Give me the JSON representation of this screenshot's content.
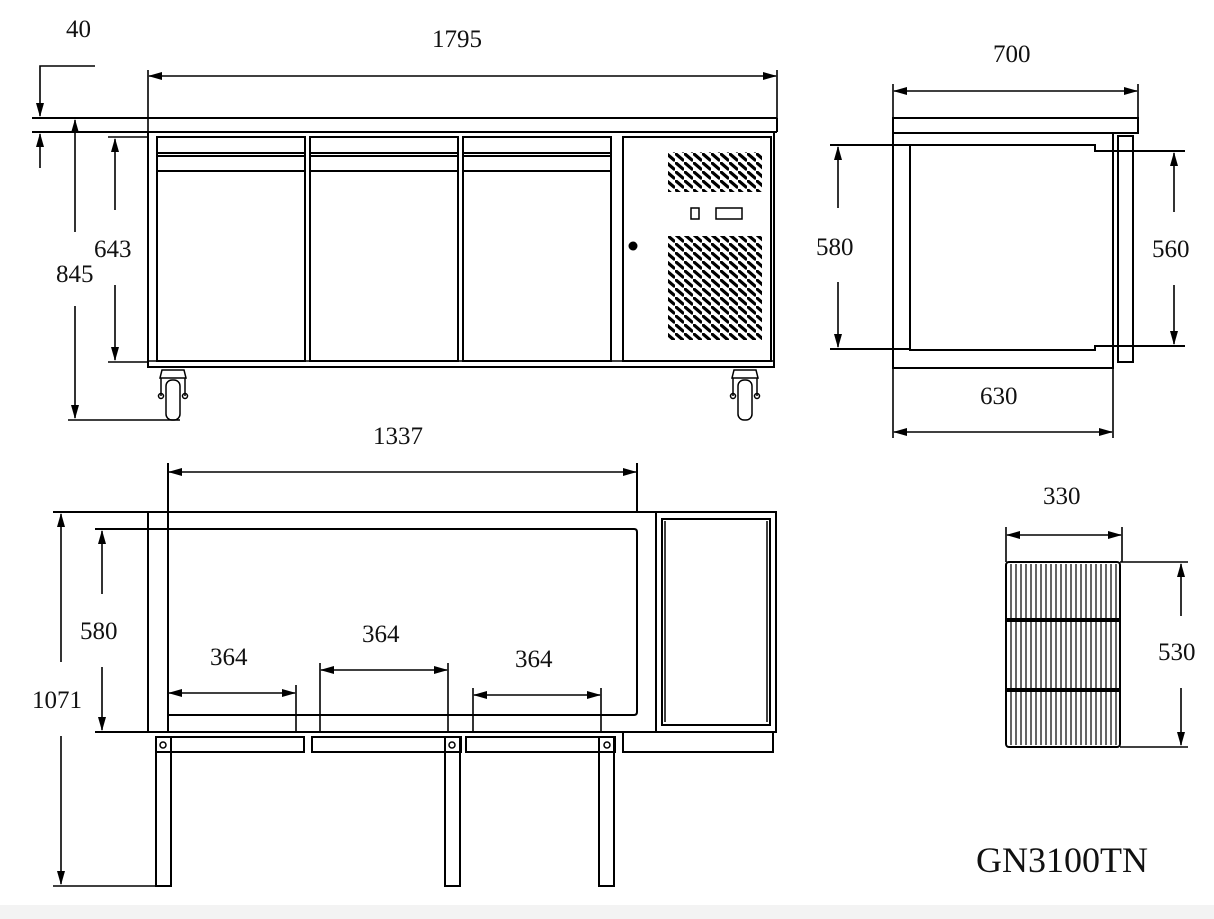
{
  "drawing": {
    "model": "GN3100TN",
    "units": "mm",
    "front_view": {
      "overall_width": "1795",
      "worktop_thickness": "40",
      "overall_height": "845",
      "cabinet_height": "643",
      "door_count": 3,
      "compressor_panel": {
        "vents": true,
        "controls": [
          "switch",
          "display"
        ],
        "lock": true
      },
      "casters": 2
    },
    "side_view": {
      "depth_overall": "700",
      "depth_body": "630",
      "interior_height": "580",
      "door_height": "560"
    },
    "top_section_view": {
      "interior_width": "1337",
      "depth_with_doors": "1071",
      "interior_depth": "580",
      "door_openings": [
        "364",
        "364",
        "364"
      ]
    },
    "shelf": {
      "width": "330",
      "depth": "530"
    }
  },
  "colors": {
    "line": "#000000",
    "background": "#ffffff"
  }
}
